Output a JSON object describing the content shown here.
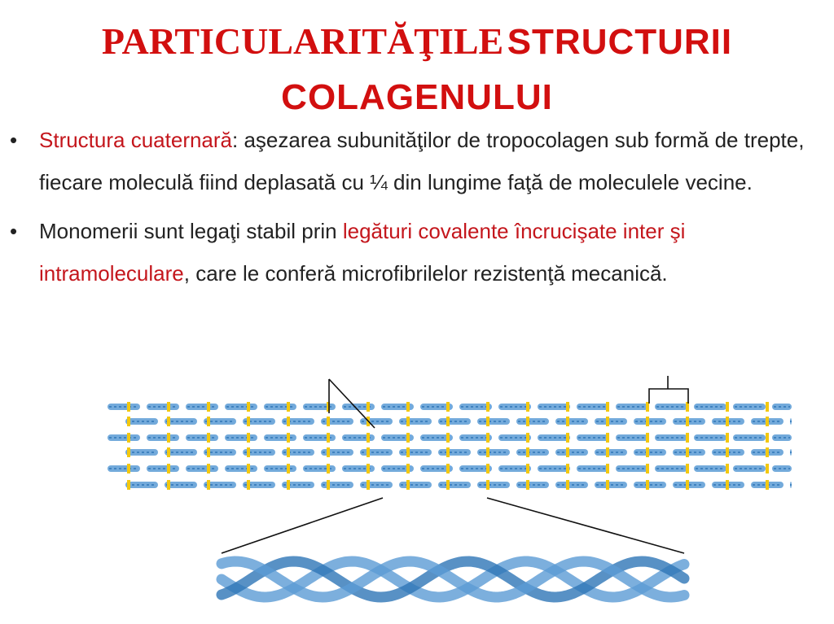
{
  "title": {
    "part1": "PARTICULARITĂŢILE",
    "part2": "STRUCTURII",
    "line2": "COLAGENULUI"
  },
  "bullets": [
    {
      "marker": "•",
      "segments": [
        {
          "text": "Structura cuaternară",
          "red": true
        },
        {
          "text": ": aşezarea subunităţilor de tropocolagen sub formă de trepte, fiecare moleculă fiind deplasată cu ¼ din lungime faţă de moleculele vecine.",
          "red": false
        }
      ]
    },
    {
      "marker": "•",
      "segments": [
        {
          "text": "Monomerii sunt legaţi stabil prin ",
          "red": false
        },
        {
          "text": "legături covalente încrucişate inter şi intramoleculare",
          "red": true
        },
        {
          "text": ", care le conferă microfibrilelor rezistenţă mecanică.",
          "red": false
        }
      ]
    }
  ],
  "colors": {
    "title": "#d20f0f",
    "highlight": "#c4161c",
    "text": "#222222",
    "fiber": "#5b9bd5",
    "fiber_dark": "#2e75b6",
    "crosslink": "#f2c811"
  }
}
